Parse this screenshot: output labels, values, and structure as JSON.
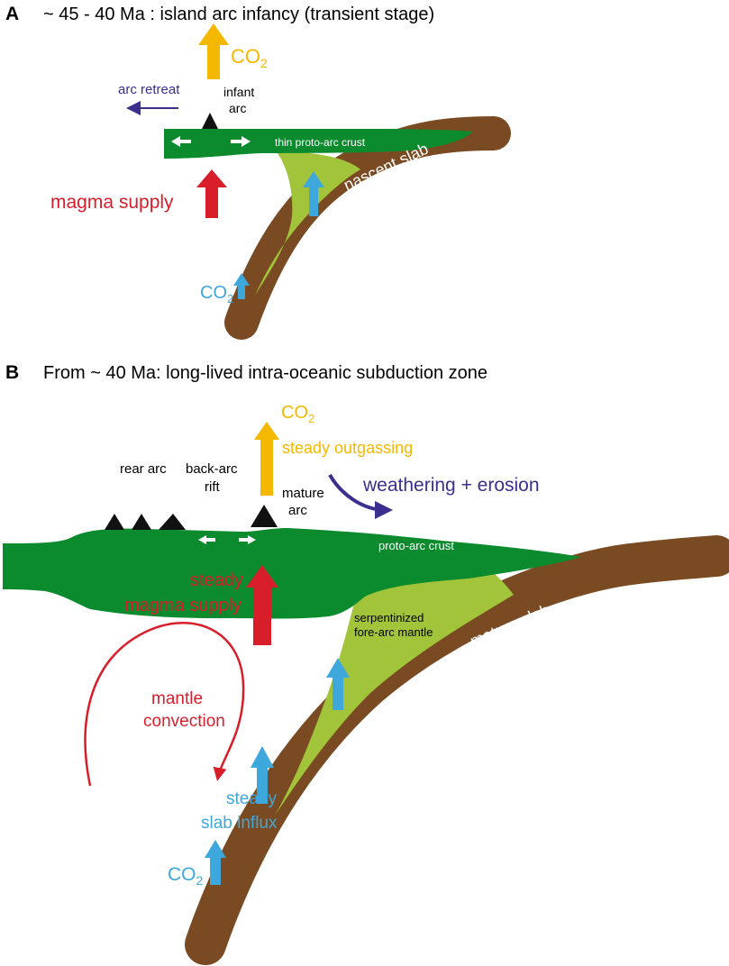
{
  "colors": {
    "crust": "#0b8a2e",
    "forearc_mantle": "#a2c43a",
    "slab": "#7a4b22",
    "co2_out": "#f5b800",
    "magma": "#d81e2a",
    "influx": "#3ea7dc",
    "weathering": "#3a2f8e",
    "arc_peak": "#111111"
  },
  "panel_a": {
    "letter": "A",
    "title": "~ 45 - 40 Ma : island arc infancy (transient stage)",
    "co2_top": "CO",
    "co2_top_sub": "2",
    "arc_retreat": "arc retreat",
    "infant_arc_1": "infant",
    "infant_arc_2": "arc",
    "crust": "thin proto-arc crust",
    "slab": "nascent slab",
    "magma": "magma supply",
    "co2_bottom": "CO",
    "co2_bottom_sub": "2"
  },
  "panel_b": {
    "letter": "B",
    "title": "From ~ 40 Ma: long-lived intra-oceanic subduction zone",
    "co2_top": "CO",
    "co2_top_sub": "2",
    "outgassing": "steady outgassing",
    "rear_arc": "rear arc",
    "back_arc_1": "back-arc",
    "back_arc_2": "rift",
    "mature_arc_1": "mature",
    "mature_arc_2": "arc",
    "weathering": "weathering + erosion",
    "crust": "proto-arc crust",
    "magma_1": "steady",
    "magma_2": "magma supply",
    "serp_1": "serpentinized",
    "serp_2": "fore-arc mantle",
    "slab": "mature slab",
    "convection_1": "mantle",
    "convection_2": "convection",
    "influx_1": "steady",
    "influx_2": "slab influx",
    "co2_bottom": "CO",
    "co2_bottom_sub": "2"
  }
}
